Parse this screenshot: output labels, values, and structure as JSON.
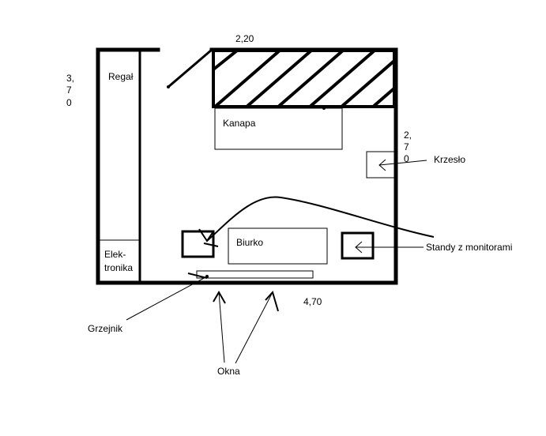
{
  "labels": {
    "top_width": "2,20",
    "left_height": [
      "3,",
      "7",
      "0"
    ],
    "right_height": [
      "2,",
      "7",
      "0"
    ],
    "bottom_width": "4,70",
    "shelf": "Regał",
    "sofa": "Kanapa",
    "chair": "Krzesło",
    "desk": "Biurko",
    "monitor_stands": "Standy z monitorami",
    "electronics": [
      "Elek-",
      "tronika"
    ],
    "radiator": "Grzejnik",
    "windows": "Okna"
  },
  "colors": {
    "stroke": "#000000",
    "background": "#ffffff"
  }
}
